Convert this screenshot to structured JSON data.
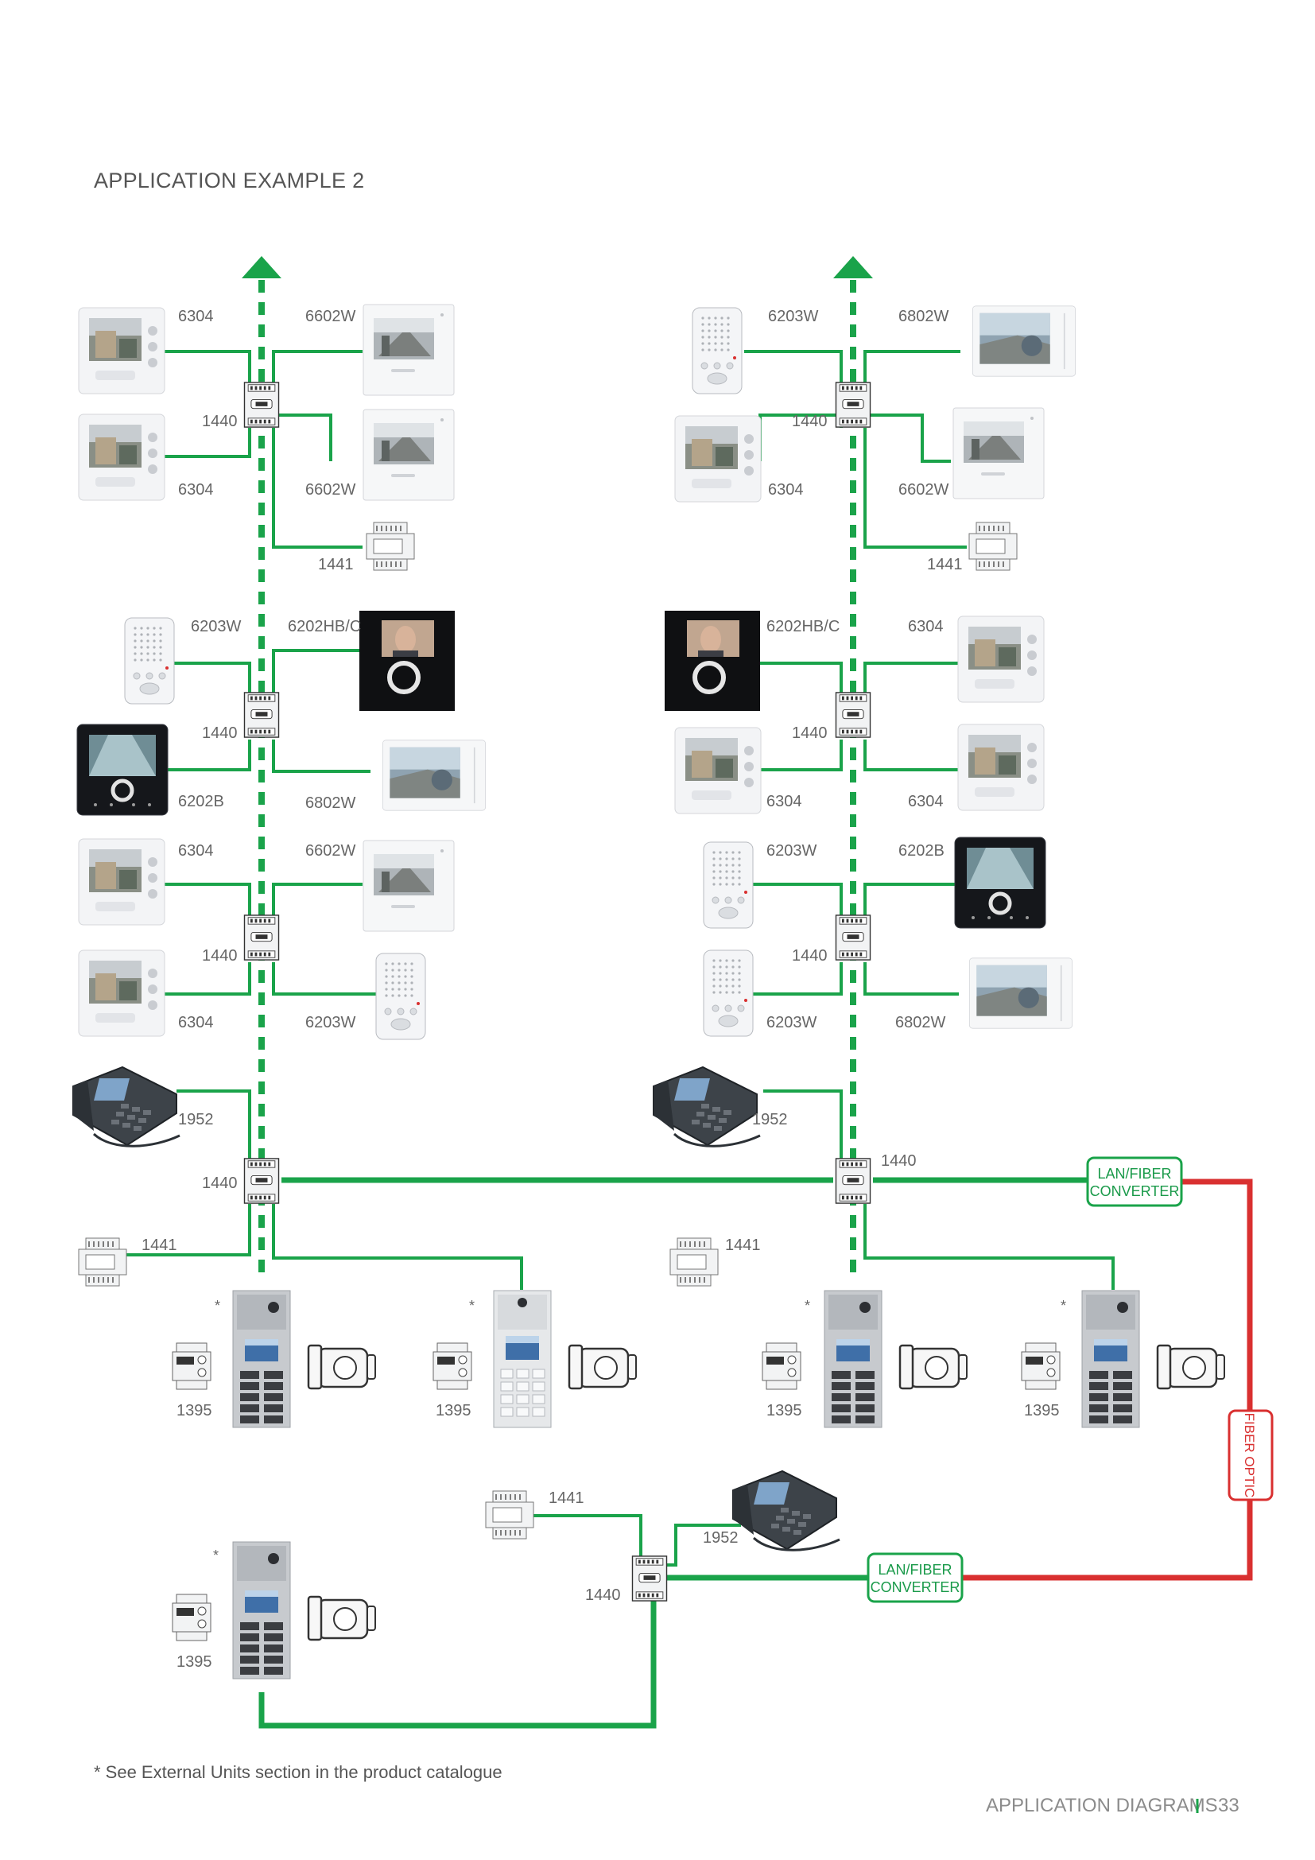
{
  "page": {
    "title": "APPLICATION EXAMPLE 2",
    "footnote": "* See External Units section in the product catalogue",
    "section_label": "APPLICATION DIAGRAMS",
    "page_number": "33",
    "asterisk": "*"
  },
  "converter": {
    "line1": "LAN/FIBER",
    "line2": "CONVERTER"
  },
  "fiber_label": "FIBER OPTIC",
  "colors": {
    "lan": "#1aa34a",
    "fiber": "#d93030",
    "text": "#666666"
  },
  "left": {
    "g1": {
      "tl": "6304",
      "tr": "6602W",
      "sw": "1440",
      "bl": "6304",
      "br": "6602W",
      "pw": "1441"
    },
    "g2": {
      "tl": "6203W",
      "tr": "6202HB/C",
      "sw": "1440",
      "bl": "6202B",
      "br": "6802W"
    },
    "g3": {
      "tl": "6304",
      "tr": "6602W",
      "sw": "1440",
      "bl": "6304",
      "br": "6203W"
    },
    "g4": {
      "phone": "1952",
      "sw": "1440",
      "pw": "1441",
      "pa": "1395",
      "pb": "1395"
    }
  },
  "right": {
    "g1": {
      "tl": "6203W",
      "tr": "6802W",
      "sw": "1440",
      "bl": "6304",
      "br": "6602W",
      "pw": "1441"
    },
    "g2": {
      "tl": "6202HB/C",
      "tr": "6304",
      "sw": "1440",
      "bl": "6304",
      "br": "6304"
    },
    "g3": {
      "tl": "6203W",
      "tr": "6202B",
      "sw": "1440",
      "bl": "6203W",
      "br": "6802W"
    },
    "g4": {
      "phone": "1952",
      "sw": "1440",
      "pw": "1441",
      "pa": "1395",
      "pb": "1395"
    }
  },
  "remote": {
    "pw": "1441",
    "phone": "1952",
    "sw": "1440",
    "pa": "1395"
  }
}
